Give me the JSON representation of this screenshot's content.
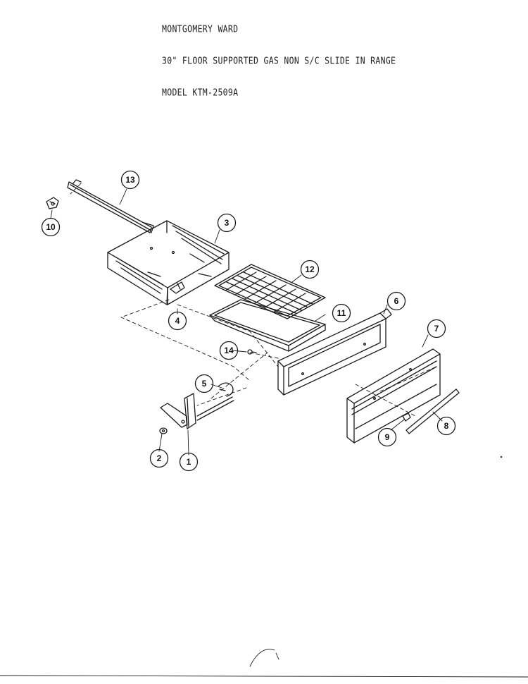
{
  "header": {
    "line1": "MONTGOMERY WARD",
    "line2": "30\" FLOOR SUPPORTED GAS NON S/C SLIDE IN RANGE",
    "line3": "MODEL KTM-2509A"
  },
  "callouts": [
    {
      "id": "13",
      "label": "13"
    },
    {
      "id": "10",
      "label": "10"
    },
    {
      "id": "3",
      "label": "3"
    },
    {
      "id": "12",
      "label": "12"
    },
    {
      "id": "11",
      "label": "11"
    },
    {
      "id": "6",
      "label": "6"
    },
    {
      "id": "4",
      "label": "4"
    },
    {
      "id": "7",
      "label": "7"
    },
    {
      "id": "14",
      "label": "14"
    },
    {
      "id": "5",
      "label": "5"
    },
    {
      "id": "2",
      "label": "2"
    },
    {
      "id": "1",
      "label": "1"
    },
    {
      "id": "9",
      "label": "9"
    },
    {
      "id": "8",
      "label": "8"
    }
  ],
  "colors": {
    "ink": "#1a1a1a",
    "paper": "#ffffff"
  }
}
